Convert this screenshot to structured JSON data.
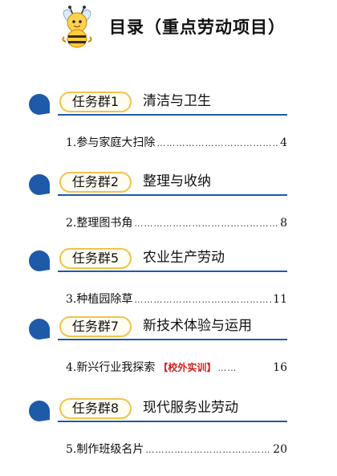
{
  "header": {
    "title": "目录（重点劳动项目）",
    "mascot_icon": "bee-icon"
  },
  "colors": {
    "drop_blue": "#1f5aa8",
    "tag_border": "#f2c34a",
    "badge_red": "#d01e1e"
  },
  "groups": [
    {
      "tag": "任务群1",
      "name": "清洁与卫生",
      "item": {
        "label": "1.参与家庭大扫除",
        "dots": "………………………………………………",
        "page": "4"
      }
    },
    {
      "tag": "任务群2",
      "name": "整理与收纳",
      "item": {
        "label": "2.整理图书角",
        "dots": "………………………………………………………",
        "page": "8"
      }
    },
    {
      "tag": "任务群5",
      "name": "农业生产劳动",
      "item": {
        "label": "3.种植园除草",
        "dots": "………………………………………………",
        "page": "11"
      }
    },
    {
      "tag": "任务群7",
      "name": "新技术体验与运用",
      "item": {
        "label": "4.新兴行业我探索",
        "badge": "【校外实训】",
        "dots": "……",
        "page": "16"
      }
    },
    {
      "tag": "任务群8",
      "name": "现代服务业劳动",
      "item": {
        "label": "5.制作班级名片",
        "dots": "………………………………………………",
        "page": "20"
      }
    }
  ]
}
